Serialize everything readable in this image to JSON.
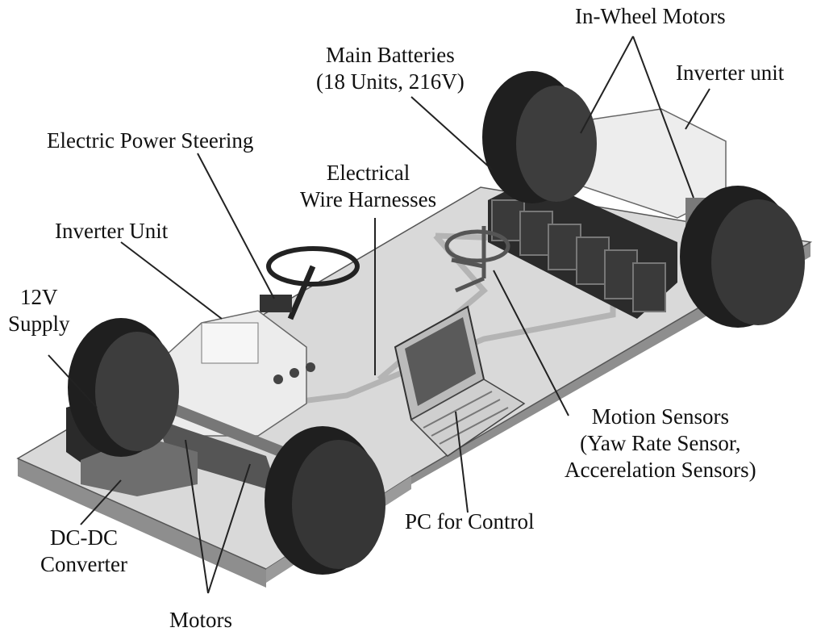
{
  "labels": {
    "in_wheel_motors": "In-Wheel Motors",
    "main_batteries_l1": "Main Batteries",
    "main_batteries_l2": "(18 Units, 216V)",
    "inverter_unit_rear": "Inverter unit",
    "electric_power_steering": "Electric Power Steering",
    "wire_harness_l1": "Electrical",
    "wire_harness_l2": "Wire Harnesses",
    "inverter_unit_front": "Inverter Unit",
    "supply_12v_l1": "12V",
    "supply_12v_l2": "Supply",
    "motion_sensors_l1": "Motion Sensors",
    "motion_sensors_l2": "(Yaw Rate Sensor,",
    "motion_sensors_l3": "Accerelation Sensors)",
    "pc_for_control": "PC for Control",
    "dcdc_l1": "DC-DC",
    "dcdc_l2": "Converter",
    "motors": "Motors"
  },
  "colors": {
    "chassis_top": "#d8d8d8",
    "chassis_side": "#9a9a9a",
    "tire": "#1e1e1e",
    "tire_tread": "#4a4a4a",
    "battery": "#2a2a2a",
    "box_light": "#ececec",
    "leader_line": "#222222"
  }
}
